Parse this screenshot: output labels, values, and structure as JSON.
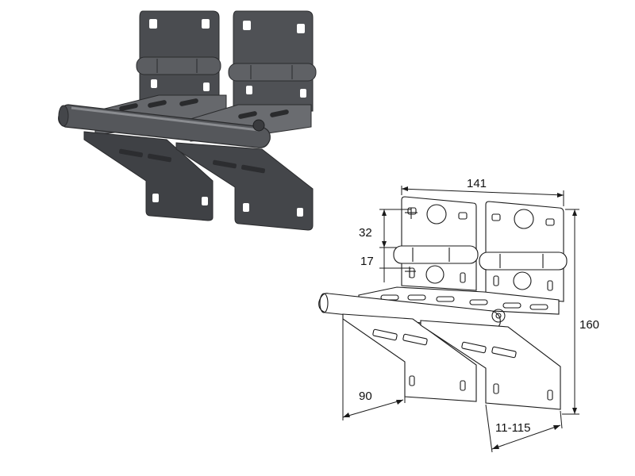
{
  "colors": {
    "photo_dark": "#3a3b3e",
    "photo_mid": "#55575b",
    "photo_light": "#7a7c80",
    "drawing_line": "#1a1a1a",
    "background": "#ffffff"
  },
  "dimensions": {
    "width_top": "141",
    "hinge_gap_upper": "32",
    "hinge_gap_lower": "17",
    "height": "160",
    "depth": "90",
    "adjust_range": "11-115"
  }
}
